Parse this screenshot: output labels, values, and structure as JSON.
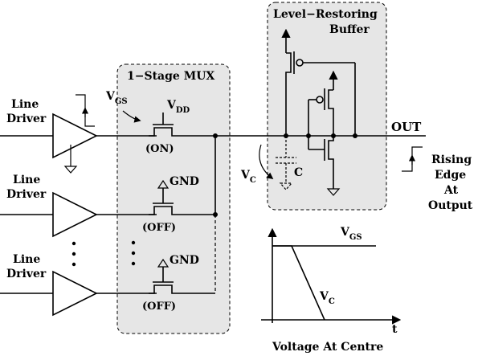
{
  "labels": {
    "line_driver_top": [
      "Line",
      "Driver"
    ],
    "line_driver_mid": [
      "Line",
      "Driver"
    ],
    "line_driver_bot": [
      "Line",
      "Driver"
    ],
    "vgs_input": {
      "main": "V",
      "sub": "GS"
    },
    "mux_title": "1−Stage MUX",
    "vdd": {
      "main": "V",
      "sub": "DD"
    },
    "sw_on": "(ON)",
    "sw_off_1": "(OFF)",
    "sw_off_2": "(OFF)",
    "gnd_1": "GND",
    "gnd_2": "GND",
    "buffer_title": [
      "Level−Restoring",
      "Buffer"
    ],
    "out": "OUT",
    "vc": {
      "main": "V",
      "sub": "C"
    },
    "cap": "C",
    "rising_edge": [
      "Rising",
      "Edge",
      "At",
      "Output"
    ],
    "graph_vgs": {
      "main": "V",
      "sub": "GS"
    },
    "graph_vc": {
      "main": "V",
      "sub": "C"
    },
    "graph_t": "t",
    "graph_caption": "Voltage At Centre"
  }
}
